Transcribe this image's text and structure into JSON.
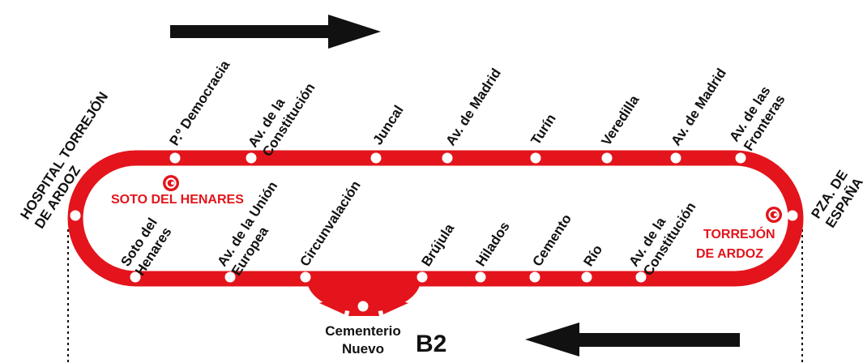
{
  "colors": {
    "line": "#e3141b",
    "arrow": "#111111",
    "stop": "#ffffff",
    "text": "#111111"
  },
  "line_name": "B2",
  "terminals": {
    "left": {
      "name_line1": "HOSPITAL TORREJÓN",
      "name_line2": "DE ARDOZ"
    },
    "right": {
      "name_line1": "PZA. DE",
      "name_line2": "ESPAÑA"
    }
  },
  "top_stops": [
    {
      "id": "p-democracia",
      "line1": "P.º Democracia",
      "line2": ""
    },
    {
      "id": "av-constitucion-top",
      "line1": "Av. de la",
      "line2": "Constitución"
    },
    {
      "id": "juncal",
      "line1": "Juncal",
      "line2": ""
    },
    {
      "id": "av-madrid-1",
      "line1": "Av. de Madrid",
      "line2": ""
    },
    {
      "id": "turin",
      "line1": "Turín",
      "line2": ""
    },
    {
      "id": "veredilla",
      "line1": "Veredilla",
      "line2": ""
    },
    {
      "id": "av-madrid-2",
      "line1": "Av. de Madrid",
      "line2": ""
    },
    {
      "id": "av-fronteras",
      "line1": "Av. de las",
      "line2": "Fronteras"
    }
  ],
  "bottom_stops": [
    {
      "id": "soto-henares",
      "line1": "Soto del",
      "line2": "Henares"
    },
    {
      "id": "av-union-europea",
      "line1": "Av. de la Unión",
      "line2": "Europea"
    },
    {
      "id": "circunvalacion",
      "line1": "Circunvalación",
      "line2": ""
    },
    {
      "id": "brujula",
      "line1": "Brújula",
      "line2": ""
    },
    {
      "id": "hilados",
      "line1": "Hilados",
      "line2": ""
    },
    {
      "id": "cemento",
      "line1": "Cemento",
      "line2": ""
    },
    {
      "id": "rio",
      "line1": "Río",
      "line2": ""
    },
    {
      "id": "av-constitucion-bottom",
      "line1": "Av. de la",
      "line2": "Constitución"
    }
  ],
  "interchanges": {
    "soto": {
      "name": "SOTO DEL HENARES"
    },
    "torrejon": {
      "name_line1": "TORREJÓN",
      "name_line2": "DE ARDOZ"
    }
  },
  "cemetery": {
    "line1": "Cementerio",
    "line2": "Nuevo"
  }
}
